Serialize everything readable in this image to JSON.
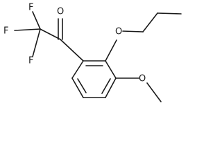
{
  "molecule": {
    "atoms": {
      "o_carbonyl": "O",
      "f_top": "F",
      "f_left": "F",
      "f_bottom": "F",
      "o_propoxy": "O",
      "o_methoxy": "O"
    }
  },
  "colors": {
    "bond": "#1a1a1a",
    "background": "#ffffff"
  }
}
